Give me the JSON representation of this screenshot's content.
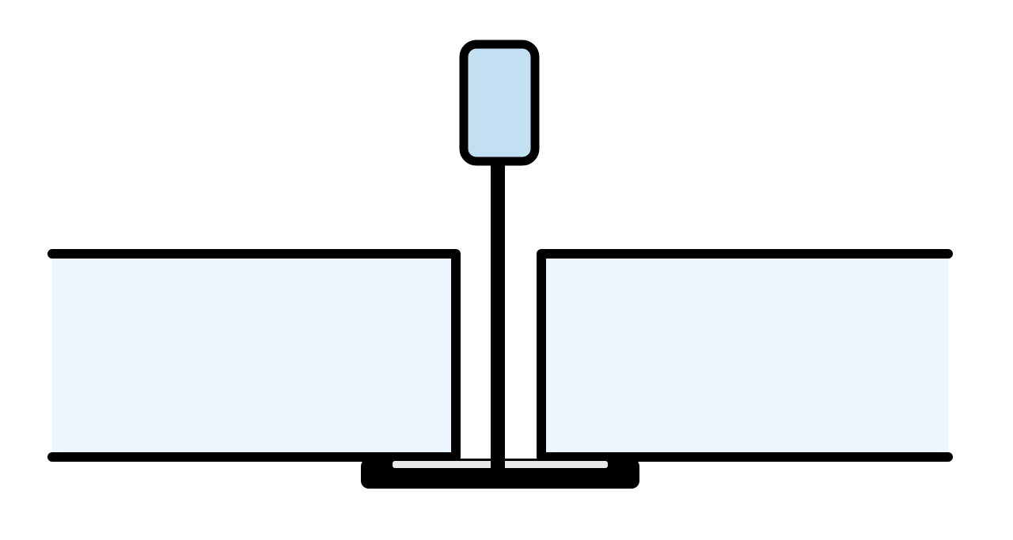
{
  "diagram": {
    "description_visible_text": "",
    "colors": {
      "background": "#ffffff",
      "stroke": "#000000",
      "panel_fill": "#eaf5fd",
      "bulb_fill": "#c3e0f2",
      "flange_highlight": "#e8e8e8"
    },
    "components": [
      {
        "id": "left-panel"
      },
      {
        "id": "right-panel"
      },
      {
        "id": "t-profile-bulb"
      },
      {
        "id": "t-profile-web"
      },
      {
        "id": "t-profile-flange"
      }
    ]
  }
}
